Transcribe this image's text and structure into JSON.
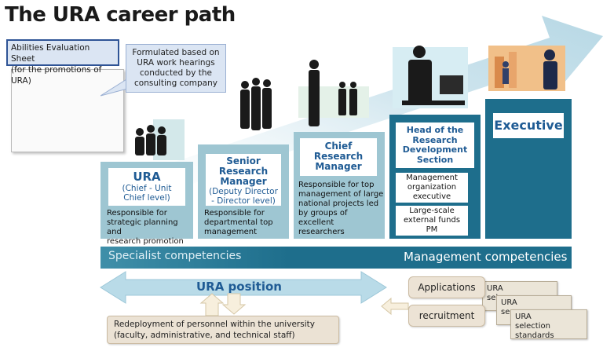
{
  "title": "The URA career path",
  "evaluation_sheet": {
    "label_line1": "Abilities Evaluation Sheet",
    "label_line2": "(for the promotions of URA)"
  },
  "callout": {
    "line1": "Formulated based on",
    "line2": "URA work hearings",
    "line3": "conducted by the",
    "line4": "consulting company"
  },
  "levels": [
    {
      "title": "URA",
      "subtitle_line1": "(Chief - Unit",
      "subtitle_line2": "Chief level)",
      "desc_line1": "Responsible for",
      "desc_line2": "strategic planning and",
      "desc_line3": "research promotion"
    },
    {
      "title_line1": "Senior",
      "title_line2": "Research",
      "title_line3": "Manager",
      "subtitle_line1": "(Deputy Director",
      "subtitle_line2": "- Director level)",
      "desc_line1": "Responsible for",
      "desc_line2": "departmental top",
      "desc_line3": "management"
    },
    {
      "title_line1": "Chief",
      "title_line2": "Research",
      "title_line3": "Manager",
      "desc_line1": "Responsible for top",
      "desc_line2": "management of large",
      "desc_line3": "national projects led",
      "desc_line4": "by groups of excellent",
      "desc_line5": "researchers"
    },
    {
      "title_line1": "Head of the",
      "title_line2": "Research",
      "title_line3": "Development",
      "title_line4": "Section",
      "box1_line1": "Management",
      "box1_line2": "organization",
      "box1_line3": "executive",
      "box2_line1": "Large-scale",
      "box2_line2": "external funds",
      "box2_line3": "PM"
    },
    {
      "title": "Executive"
    }
  ],
  "band": {
    "left": "Specialist competencies",
    "right": "Management competencies"
  },
  "position_arrow": "URA position",
  "redeploy": {
    "line1": "Redeployment of personnel within the university",
    "line2": "(faculty, administrative,  and technical staff)"
  },
  "applications": "Applications",
  "recruitment": "recruitment",
  "papers": {
    "p1_line1": "URA",
    "p1_line2": "sel",
    "p2_line1": "URA",
    "p2_line2": "se",
    "p3_line1": "URA",
    "p3_line2": "selection standards"
  },
  "colors": {
    "dark_teal": "#1e6e8c",
    "light_teal": "#9ec6d2",
    "heading_blue": "#1f5b94",
    "arrow_light": "#c6e0ea"
  }
}
